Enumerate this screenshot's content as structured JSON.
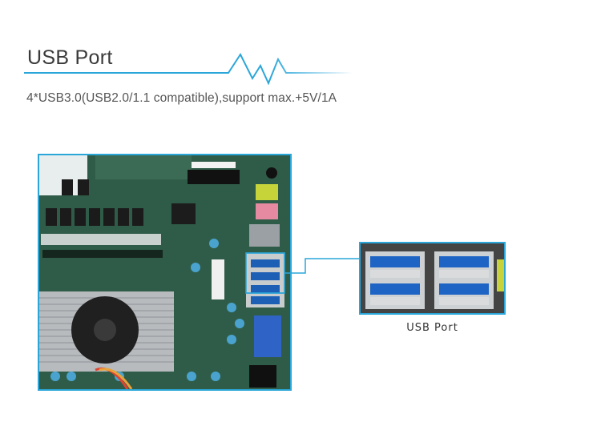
{
  "header": {
    "title": "USB Port",
    "subtitle": "4*USB3.0(USB2.0/1.1 compatible),support max.+5V/1A",
    "accent_color": "#2aa6d9"
  },
  "callout": {
    "caption": "USB Port"
  },
  "images": {
    "board": "motherboard-photo",
    "zoom": "usb-ports-closeup"
  }
}
